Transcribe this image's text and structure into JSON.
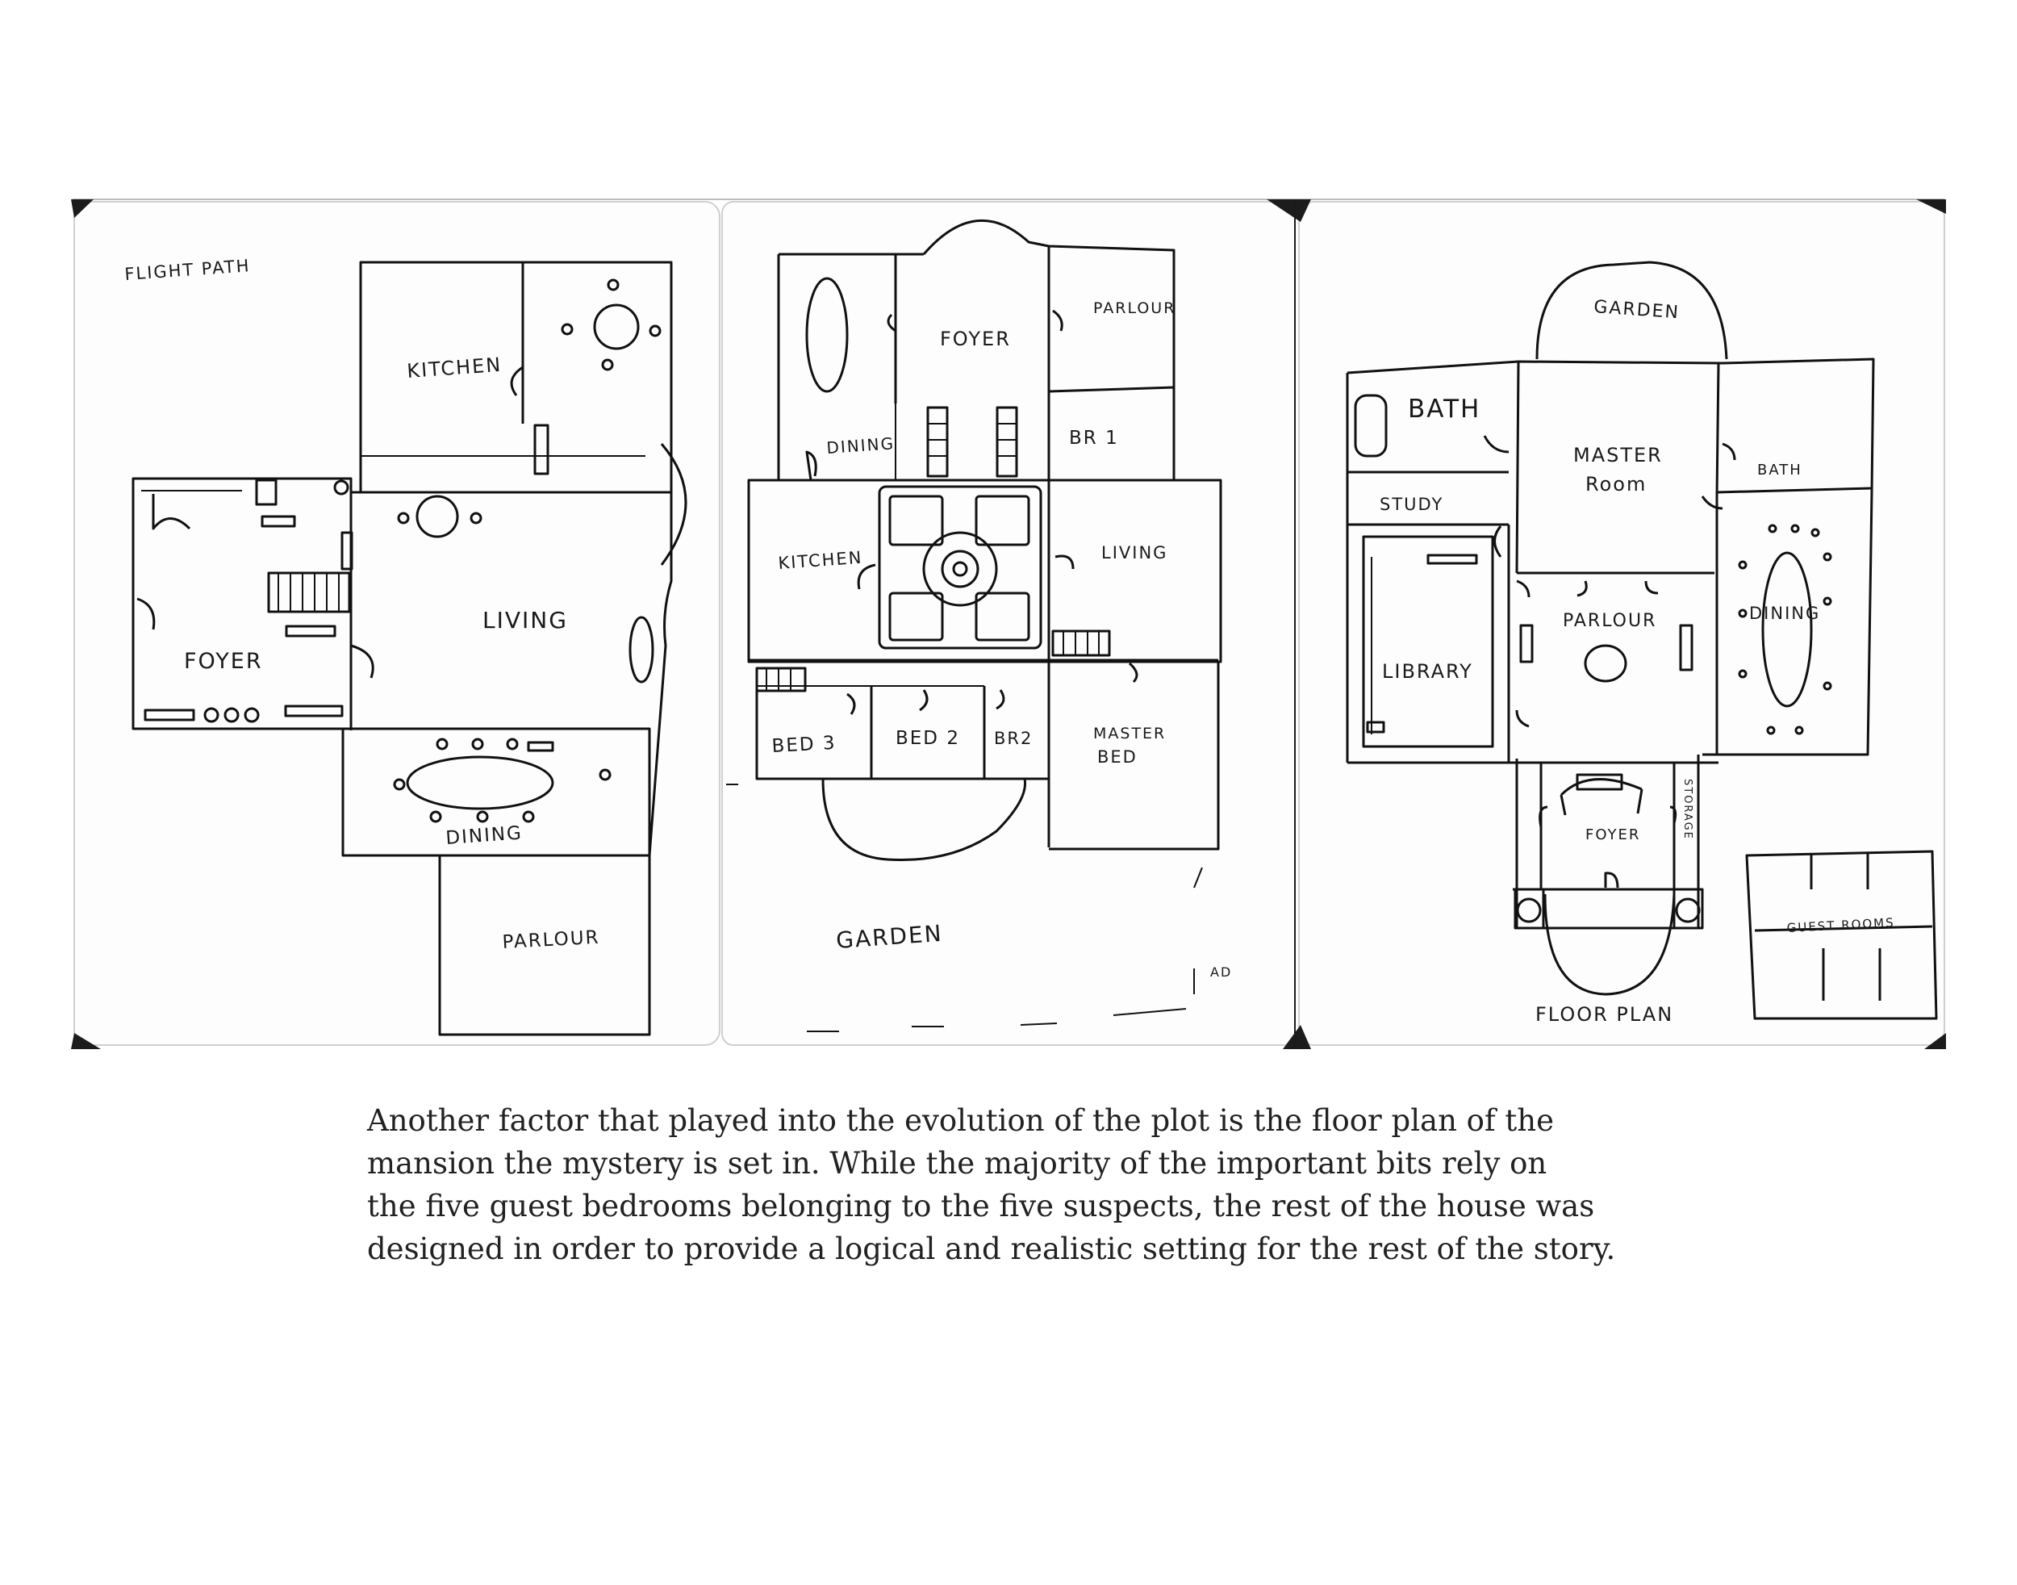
{
  "sketch_1": {
    "flight_path": "FLIGHT PATH",
    "kitchen": "KITCHEN",
    "living": "LIVING",
    "foyer": "FOYER",
    "dining": "DINING",
    "parlour": "PARLOUR"
  },
  "sketch_2": {
    "foyer": "FOYER",
    "parlour": "PARLOUR",
    "dining": "DINING",
    "br1": "BR 1",
    "kitchen": "KITCHEN",
    "living": "LIVING",
    "bed3": "BED 3",
    "bed2": "BED 2",
    "br2": "BR2",
    "master_bed_1": "MASTER",
    "master_bed_2": "BED",
    "garden": "GARDEN",
    "initials": "AD"
  },
  "sketch_3": {
    "garden": "GARDEN",
    "bath": "BATH",
    "master_room_1": "MASTER",
    "master_room_2": "Room",
    "bath_right": "BATH",
    "study": "STUDY",
    "library": "LIBRARY",
    "parlour": "PARLOUR",
    "dining": "DINING",
    "foyer": "FOYER",
    "storage": "STORAGE",
    "guest_rooms": "GUEST ROOMS",
    "floor_plan": "FLOOR PLAN"
  },
  "caption": {
    "line1": "Another factor that played into the evolution of the plot is the floor plan of the",
    "line2": "mansion the mystery is set in. While the majority of the important bits rely on",
    "line3": "the five guest bedrooms belonging to the five suspects, the rest of the house was",
    "line4": "designed in order to provide a logical and realistic setting for the rest of the story."
  }
}
